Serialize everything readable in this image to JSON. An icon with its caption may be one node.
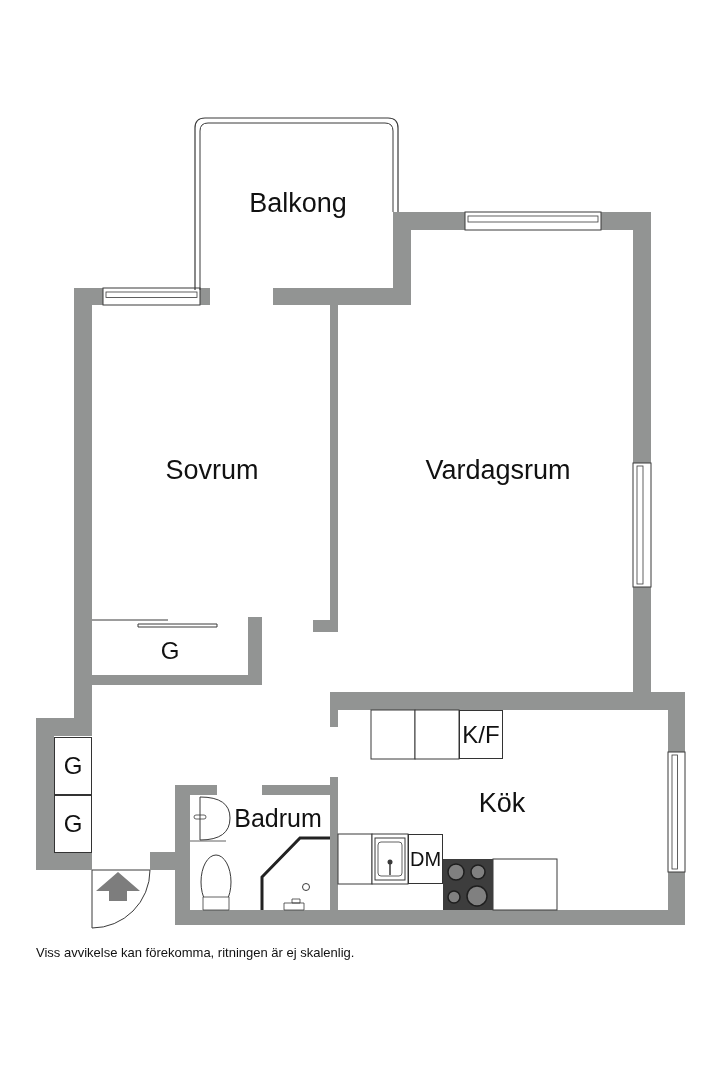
{
  "diagram": {
    "caption": "Viss avvikelse kan förekomma, ritningen är ej skalenlig.",
    "nodes": [
      {
        "text": [
          "G"
        ]
      },
      {
        "text": [
          "G"
        ]
      },
      {
        "text": [
          "G"
        ]
      },
      {
        "text": [
          "K/F"
        ]
      },
      {
        "text": [
          "DM"
        ]
      }
    ],
    "labels": [
      "Balkong",
      "Sovrum",
      "Vardagsrum",
      "Badrum",
      "Kök"
    ]
  }
}
